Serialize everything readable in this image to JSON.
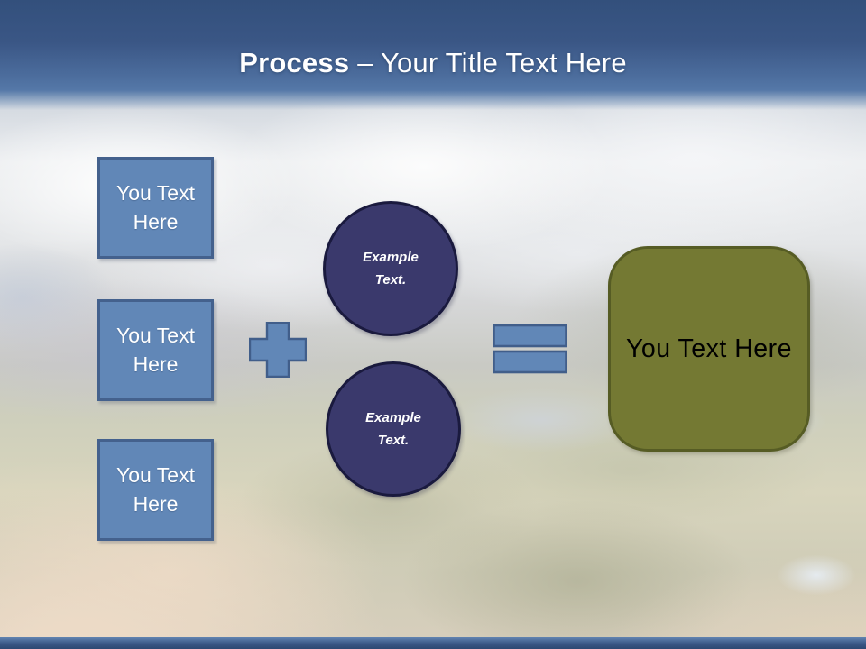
{
  "header": {
    "title_bold": "Process",
    "title_rest": "– Your Title Text Here"
  },
  "equation": {
    "source_boxes": [
      {
        "label": "You Text Here"
      },
      {
        "label": "You Text Here"
      },
      {
        "label": "You Text Here"
      }
    ],
    "operators": {
      "plus": "plus-sign",
      "equals": "equals-sign"
    },
    "example_circles": [
      {
        "label": "Example Text."
      },
      {
        "label": "Example Text."
      }
    ],
    "result_box": {
      "label": "You Text Here"
    }
  },
  "colors": {
    "header_top": "#33507c",
    "header_bottom": "#5578a8",
    "box_fill": "#6187b7",
    "box_border": "#44618d",
    "circle_fill": "#3a396c",
    "circle_border": "#1a1a3e",
    "result_fill": "#747933",
    "result_border": "#565c24",
    "title_text": "#ffffff",
    "result_text": "#000000"
  }
}
